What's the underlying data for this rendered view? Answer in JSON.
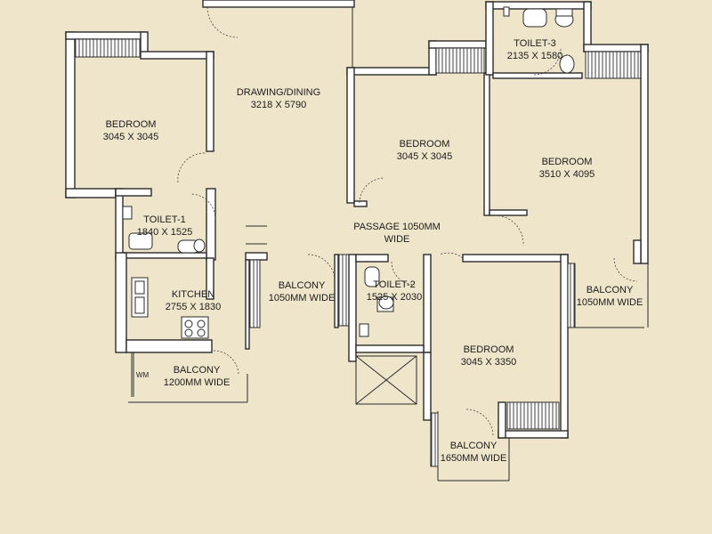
{
  "rooms": {
    "bedroom_1": {
      "name": "BEDROOM",
      "size": "3045 X 3045"
    },
    "drawing_dining": {
      "name": "DRAWING/DINING",
      "size": "3218 X 5790"
    },
    "bedroom_2": {
      "name": "BEDROOM",
      "size": "3045 X 3045"
    },
    "bedroom_3": {
      "name": "BEDROOM",
      "size": "3510 X 4095"
    },
    "toilet_3": {
      "name": "TOILET-3",
      "size": "2135 X 1580"
    },
    "toilet_1": {
      "name": "TOILET-1",
      "size": "1840 X 1525"
    },
    "kitchen": {
      "name": "KITCHEN",
      "size": "2755 X 1830"
    },
    "passage": {
      "name": "PASSAGE 1050MM",
      "size": "WIDE"
    },
    "balcony_mid": {
      "name": "BALCONY",
      "size": "1050MM WIDE"
    },
    "toilet_2": {
      "name": "TOILET-2",
      "size": "1525 X 2030"
    },
    "balcony_right": {
      "name": "BALCONY",
      "size": "1050MM WIDE"
    },
    "bedroom_4": {
      "name": "BEDROOM",
      "size": "3045 X 3350"
    },
    "balcony_kitchen": {
      "name": "BALCONY",
      "size": "1200MM WIDE"
    },
    "balcony_bottom": {
      "name": "BALCONY",
      "size": "1650MM WIDE"
    }
  },
  "marks": {
    "wm": "WM"
  }
}
